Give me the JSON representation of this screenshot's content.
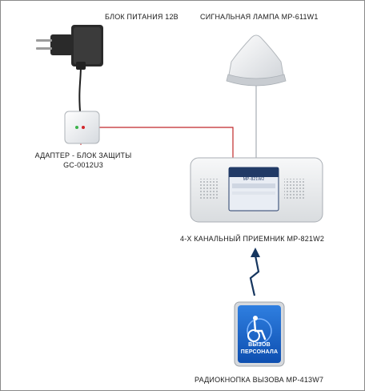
{
  "labels": {
    "power_supply": "БЛОК ПИТАНИЯ 12В",
    "signal_lamp": "СИГНАЛЬНАЯ ЛАМПА МР-611W1",
    "adapter_line1": "АДАПТЕР - БЛОК ЗАЩИТЫ",
    "adapter_line2": "GC-0012U3",
    "receiver": "4-Х КАНАЛЬНЫЙ ПРИЕМНИК МР-821W2",
    "radio_button": "РАДИОКНОПКА ВЫЗОВА МР-413W7"
  },
  "device_text": {
    "button_line1": "ВЫЗОВ",
    "button_line2": "ПЕРСОНАЛА",
    "receiver_model": "МР-821W2"
  },
  "colors": {
    "wire_red": "#c0282a",
    "wire_gray": "#b9bdc2",
    "radio_link": "#16365f",
    "button_blue": "#1460c8"
  },
  "icons": [
    "power-plug-icon",
    "wheelchair-icon",
    "radio-link-icon"
  ]
}
